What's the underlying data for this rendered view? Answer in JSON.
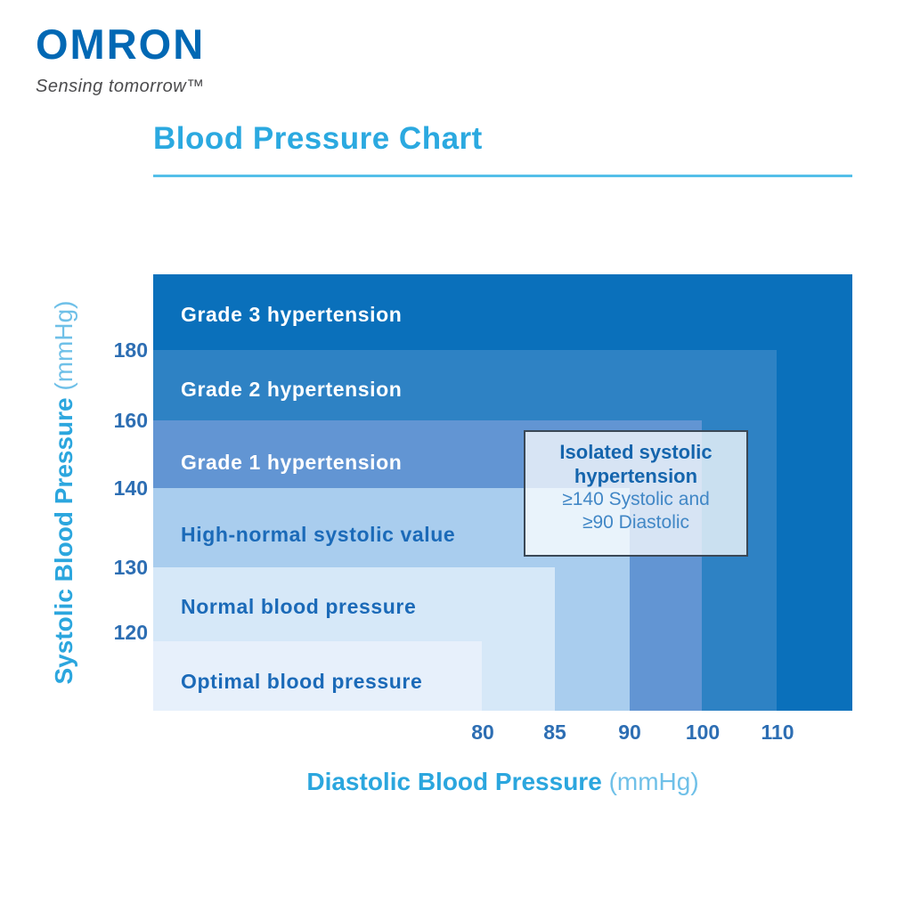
{
  "brand": {
    "logo": "OMRON",
    "tagline": "Sensing tomorrow™",
    "logo_color": "#0168b4"
  },
  "page_title": "Blood Pressure Chart",
  "chart_data": {
    "type": "area",
    "title": "Blood Pressure Chart",
    "xlabel": "Diastolic Blood Pressure",
    "xlabel_unit": "(mmHg)",
    "ylabel": "Systolic Blood Pressure",
    "ylabel_unit": "(mmHg)",
    "x_ticks": [
      "80",
      "85",
      "90",
      "100",
      "110"
    ],
    "y_ticks": [
      "180",
      "160",
      "140",
      "130",
      "120"
    ],
    "legend": "none",
    "grid": false,
    "categories": [
      {
        "label": "Grade 3 hypertension",
        "systolic_max": null,
        "diastolic_max": null,
        "fill": "#0a70bb",
        "text_color": "#ffffff"
      },
      {
        "label": "Grade 2 hypertension",
        "systolic_max": 180,
        "diastolic_max": 110,
        "fill": "#2e82c4",
        "text_color": "#ffffff"
      },
      {
        "label": "Grade 1 hypertension",
        "systolic_max": 160,
        "diastolic_max": 100,
        "fill": "#6295d3",
        "text_color": "#ffffff"
      },
      {
        "label": "High-normal systolic value",
        "systolic_max": 140,
        "diastolic_max": 90,
        "fill": "#a9cdee",
        "text_color": "#1b6ab8"
      },
      {
        "label": "Normal blood pressure",
        "systolic_max": 130,
        "diastolic_max": 85,
        "fill": "#d6e8f8",
        "text_color": "#1b6ab8"
      },
      {
        "label": "Optimal blood pressure",
        "systolic_max": 120,
        "diastolic_max": 80,
        "fill": "#e7f0fb",
        "text_color": "#1b6ab8"
      }
    ],
    "annotation": {
      "title": "Isolated systolic hypertension",
      "line1": "≥140 Systolic and",
      "line2": "≥90 Diastolic"
    }
  },
  "colors": {
    "title_blue": "#2ba9e0",
    "rule_blue": "#54bfe9",
    "tick_navy": "#2d6eb3",
    "axis_label_blue": "#2ba6de",
    "axis_unit_blue": "#6fc0e8",
    "annotation_border": "#3a4856",
    "annotation_title": "#1565ad",
    "annotation_text": "#4187c6"
  }
}
